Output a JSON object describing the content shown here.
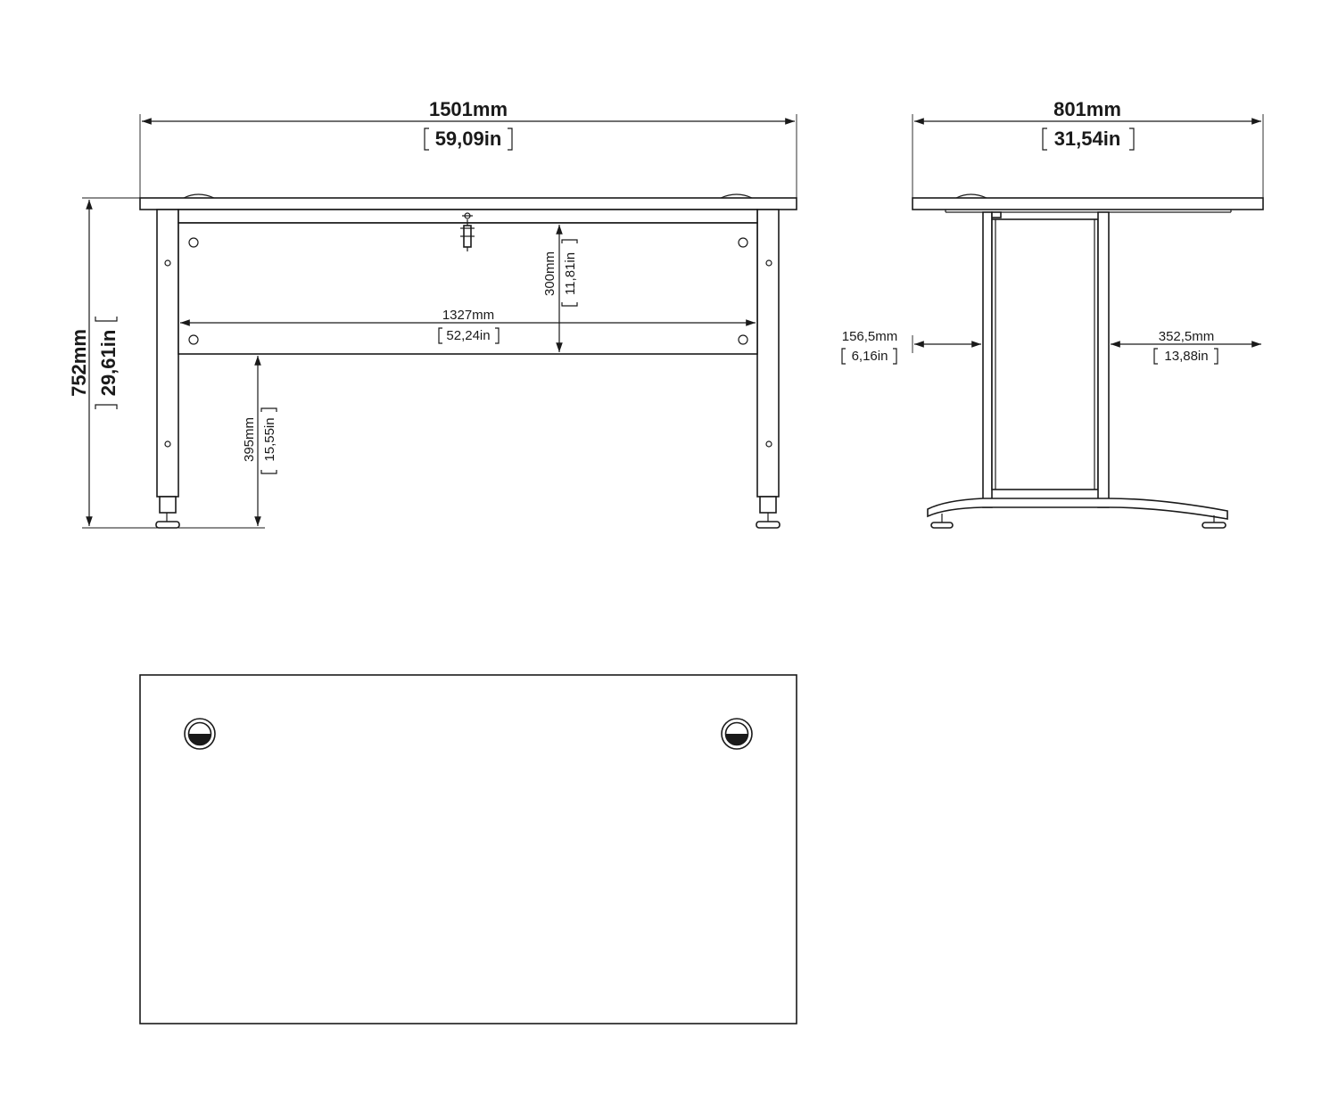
{
  "front_view": {
    "width_mm": "1501mm",
    "width_in": "59,09in",
    "height_mm": "752mm",
    "height_in": "29,61in",
    "inner_width_mm": "1327mm",
    "inner_width_in": "52,24in",
    "panel_height_mm": "300mm",
    "panel_height_in": "11,81in",
    "clearance_mm": "395mm",
    "clearance_in": "15,55in"
  },
  "side_view": {
    "depth_mm": "801mm",
    "depth_in": "31,54in",
    "left_offset_mm": "156,5mm",
    "left_offset_in": "6,16in",
    "right_offset_mm": "352,5mm",
    "right_offset_in": "13,88in"
  },
  "colors": {
    "line": "#1a1a1a",
    "background": "#ffffff"
  }
}
